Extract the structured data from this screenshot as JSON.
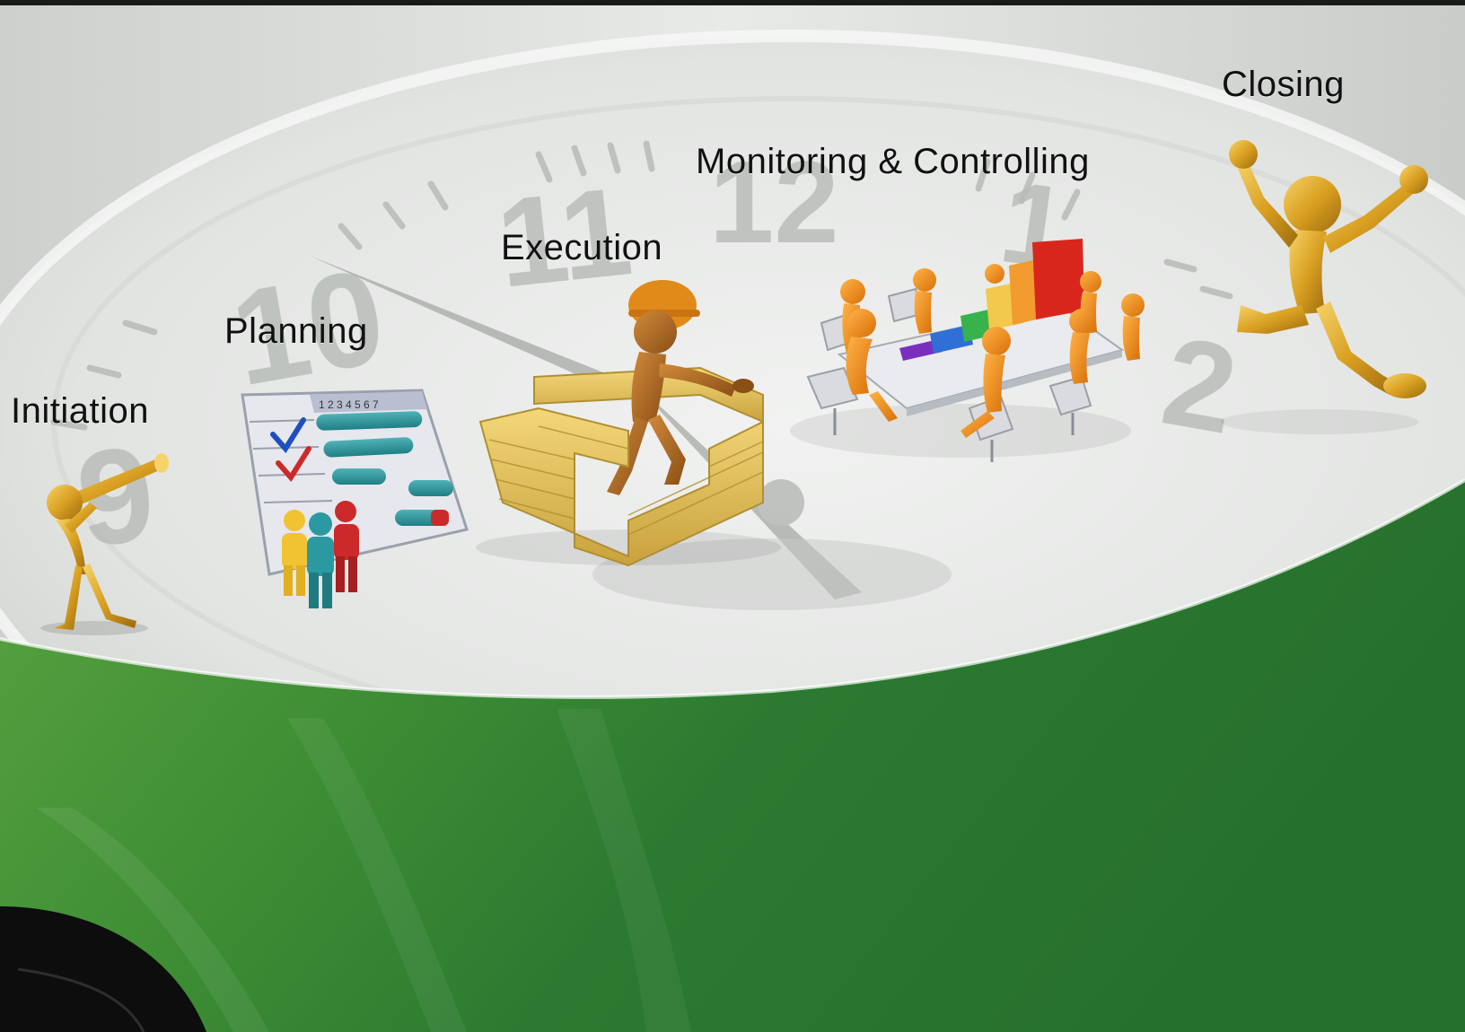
{
  "phases": [
    {
      "label": "Initiation",
      "icon": "telescope-figure-icon"
    },
    {
      "label": "Planning",
      "icon": "gantt-chart-team-icon"
    },
    {
      "label": "Execution",
      "icon": "brick-builder-figure-icon"
    },
    {
      "label": "Monitoring & Controlling",
      "icon": "meeting-table-bar-chart-icon"
    },
    {
      "label": "Closing",
      "icon": "celebrating-figure-icon"
    }
  ],
  "clock": {
    "numerals": [
      "9",
      "10",
      "11",
      "12",
      "1",
      "2"
    ]
  },
  "planning_chart": {
    "header": "1 2 3 4 5 6 7"
  },
  "colors": {
    "green": "#2a7a34",
    "gold_figure": "#d9a021",
    "orange_figure": "#f08a10",
    "clock_face": "#e3e5e3"
  }
}
